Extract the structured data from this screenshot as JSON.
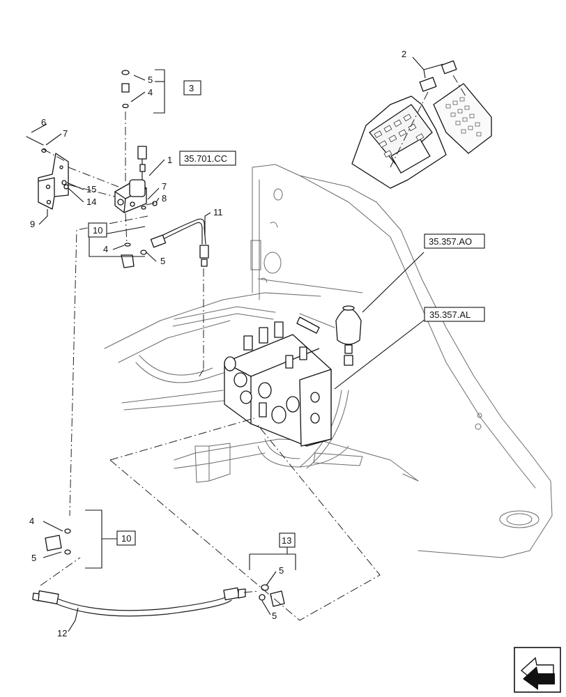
{
  "callouts": {
    "n1": "1",
    "n2": "2",
    "n3": "3",
    "n4a": "4",
    "n4b": "4",
    "n4c": "4",
    "n5a": "5",
    "n5b": "5",
    "n5c": "5",
    "n5d": "5",
    "n5e": "5",
    "n6": "6",
    "n7a": "7",
    "n7b": "7",
    "n8": "8",
    "n9": "9",
    "n10a": "10",
    "n10b": "10",
    "n11": "11",
    "n12": "12",
    "n13": "13",
    "n14": "14",
    "n15": "15"
  },
  "references": {
    "ref_a": "35.701.CC",
    "ref_b": "35.357.AO",
    "ref_c": "35.357.AL"
  },
  "icons": {
    "navigation": "arrow-icon"
  }
}
